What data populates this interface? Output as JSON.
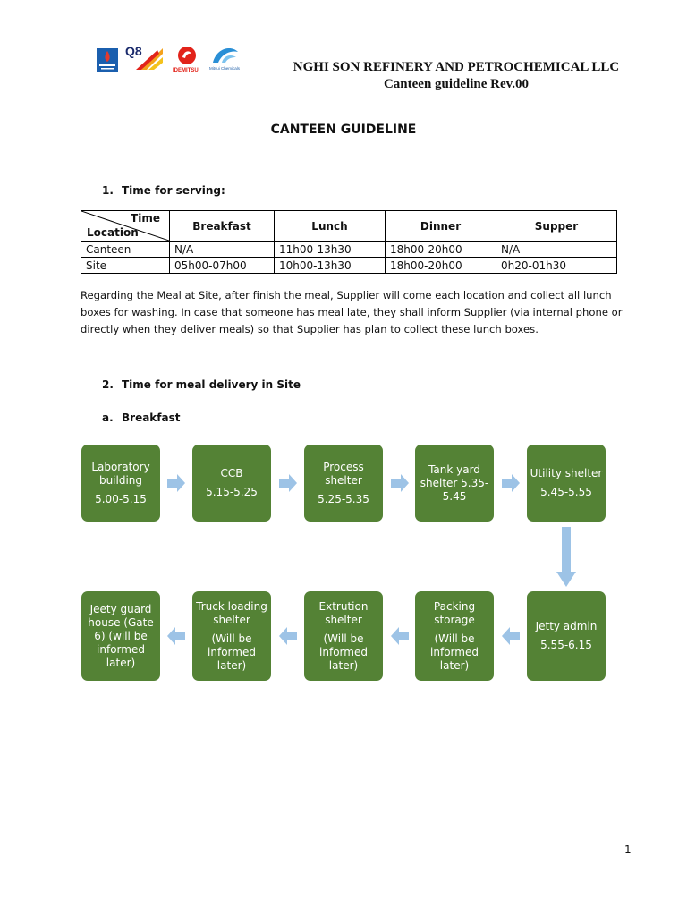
{
  "header": {
    "logos": [
      "petrovietnam-logo",
      "q8-logo",
      "idemitsu-logo",
      "mitsui-chemicals-logo"
    ],
    "logo_texts": {
      "q8": "Q8",
      "idemitsu": "IDEMITSU",
      "mitsui": "Mitsui Chemicals"
    },
    "company": "NGHI SON REFINERY AND PETROCHEMICAL LLC",
    "doc_ref": "Canteen guideline Rev.00"
  },
  "title": "CANTEEN GUIDELINE",
  "section1": {
    "number": "1.",
    "heading": "Time for serving:",
    "table": {
      "corner_top": "Time",
      "corner_bottom": "Location",
      "columns": [
        "Breakfast",
        "Lunch",
        "Dinner",
        "Supper"
      ],
      "rows": [
        {
          "location": "Canteen",
          "cells": [
            "N/A",
            "11h00-13h30",
            "18h00-20h00",
            "N/A"
          ]
        },
        {
          "location": "Site",
          "cells": [
            "05h00-07h00",
            "10h00-13h30",
            "18h00-20h00",
            "0h20-01h30"
          ]
        }
      ]
    },
    "note": "Regarding the Meal at Site, after finish the meal, Supplier will come each location and collect all lunch boxes for washing. In case that someone has meal late, they shall inform Supplier (via internal phone or directly when they deliver meals) so that Supplier has plan to collect these lunch boxes."
  },
  "section2": {
    "number": "2.",
    "heading": "Time for meal delivery in Site",
    "sub_number": "a.",
    "sub_heading": "Breakfast",
    "flow": [
      {
        "name": "Laboratory building",
        "time": "5.00-5.15"
      },
      {
        "name": "CCB",
        "time": "5.15-5.25"
      },
      {
        "name": "Process shelter",
        "time": "5.25-5.35"
      },
      {
        "name": "Tank yard shelter 5.35-5.45",
        "time": ""
      },
      {
        "name": "Utility shelter",
        "time": "5.45-5.55"
      },
      {
        "name": "Jetty admin",
        "time": "5.55-6.15"
      },
      {
        "name": "Packing storage",
        "time": "(Will be informed later)"
      },
      {
        "name": "Extrution shelter",
        "time": "(Will be informed later)"
      },
      {
        "name": "Truck loading shelter",
        "time": "(Will be informed later)"
      },
      {
        "name": "Jeety guard house (Gate 6) (will be informed later)",
        "time": ""
      }
    ],
    "colors": {
      "box": "#548235",
      "arrow": "#9dc3e6"
    }
  },
  "page_number": "1"
}
